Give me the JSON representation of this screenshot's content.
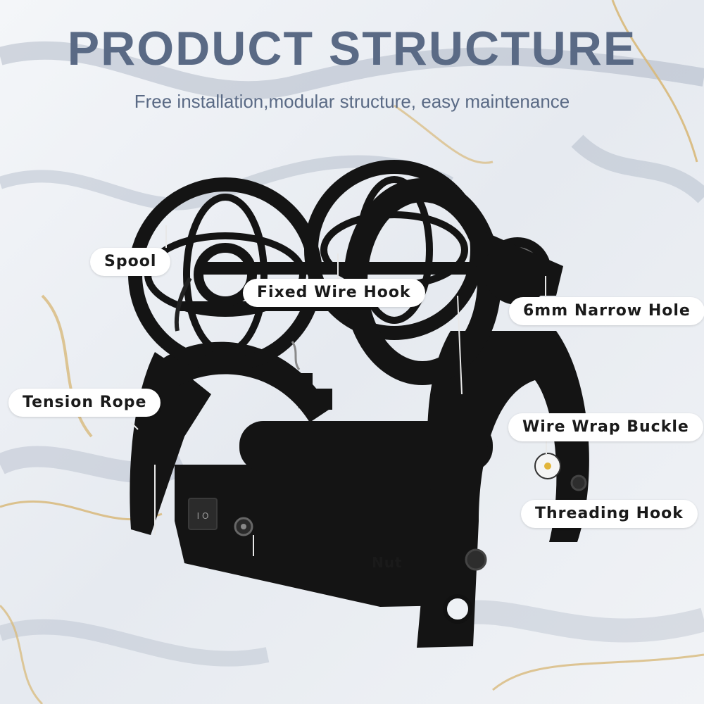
{
  "header": {
    "title": "PRODUCT STRUCTURE",
    "subtitle": "Free installation,modular structure, easy maintenance"
  },
  "labels": {
    "spool": "Spool",
    "fixed_wire_hook": "Fixed Wire Hook",
    "narrow_hole": "6mm Narrow Hole",
    "tension_rope": "Tension Rope",
    "wire_wrap_buckle": "Wire Wrap Buckle",
    "threading_hook": "Threading Hook",
    "nut": "Nut"
  },
  "colors": {
    "title": "#5a6a85",
    "subtitle": "#5a6a85",
    "label_bg": "#ffffff",
    "label_text": "#1a1a1a",
    "machine": "#141414",
    "background": "#eef1f5",
    "marble_gold": "#d8b97a",
    "marble_grey": "#8e9bb0"
  }
}
